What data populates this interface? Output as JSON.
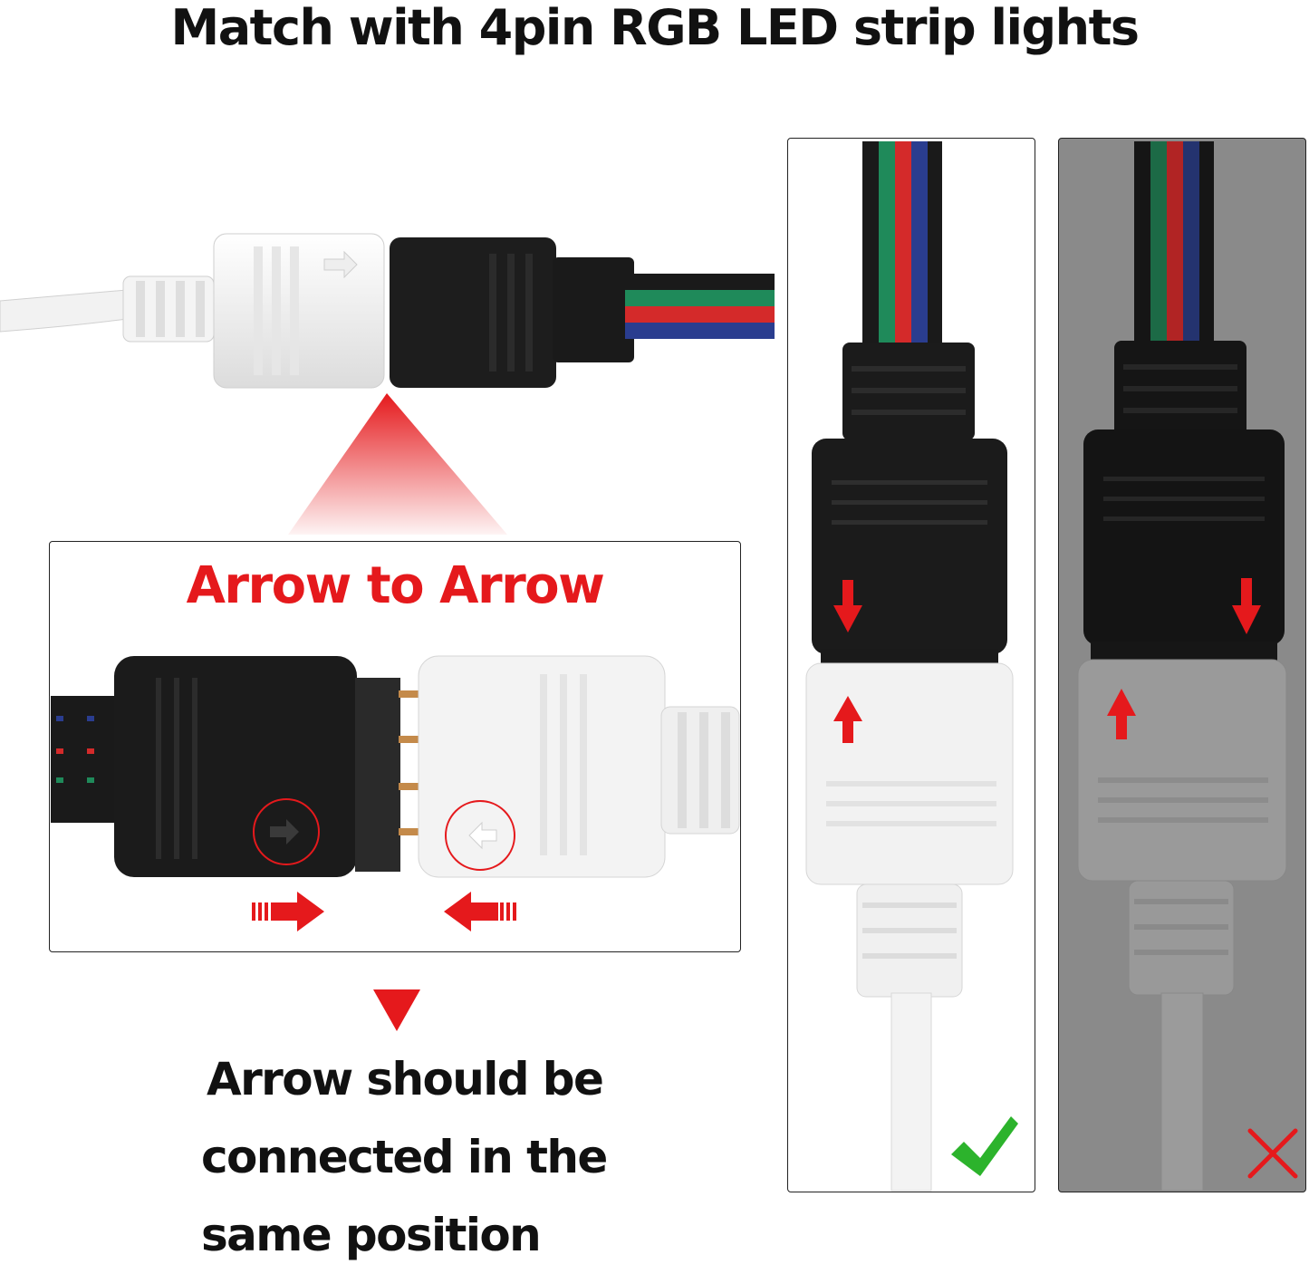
{
  "title": "Match with 4pin RGB LED strip lights",
  "callout": {
    "title": "Arrow to Arrow"
  },
  "note": {
    "lines": [
      "Arrow should be",
      "connected in the",
      "same position"
    ]
  },
  "panels": {
    "correct": {
      "mark_icon": "check-icon",
      "mark_color": "#2cb32c"
    },
    "wrong": {
      "mark_icon": "cross-icon",
      "mark_color": "#e5191c"
    }
  },
  "colors": {
    "accent": "#e5191c",
    "wire_black": "#1a1a1a",
    "wire_green": "#1f8a5a",
    "wire_red": "#d42a2a",
    "wire_blue": "#2a3d8f"
  }
}
